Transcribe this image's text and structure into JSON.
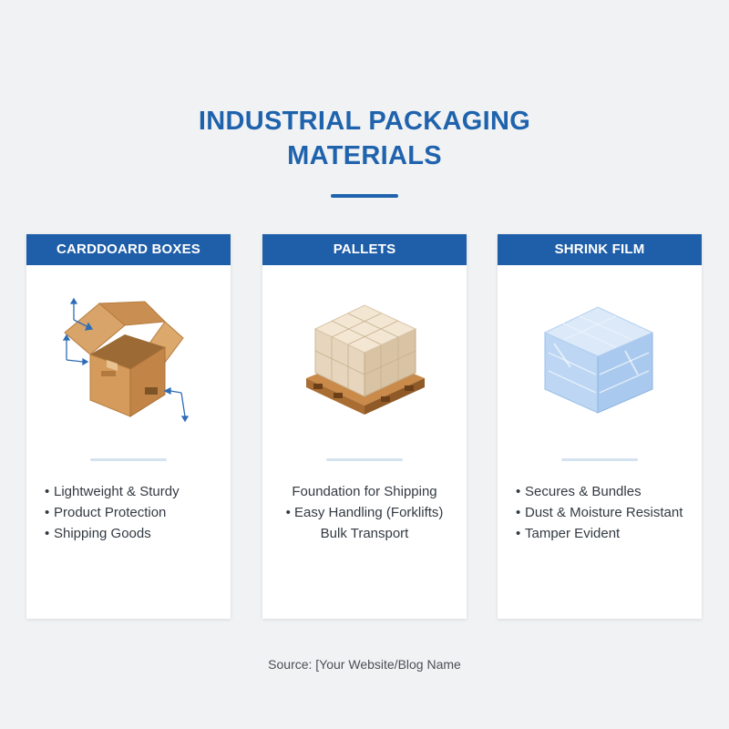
{
  "title": {
    "line1": "INDUSTRIAL PACKAGING",
    "line2": "MATERIALS"
  },
  "cards": [
    {
      "header": "CARDDOARD BOXES",
      "icon": "cardboard-box-icon",
      "bullets": [
        "Lightweight & Sturdy",
        "Product Protection",
        "Shipping Goods"
      ]
    },
    {
      "header": "PALLETS",
      "icon": "pallet-icon",
      "bullets": [
        "Foundation for Shipping",
        "Easy Handling (Forklifts)",
        "Bulk Transport"
      ]
    },
    {
      "header": "SHRINK FILM",
      "icon": "shrink-film-icon",
      "bullets": [
        "Secures & Bundles",
        "Dust & Moisture Resistant",
        "Tamper Evident"
      ]
    }
  ],
  "source": "Source: [Your Website/Blog Name",
  "colors": {
    "accent": "#1f63ad",
    "header_bg": "#1f5ea8",
    "background": "#f1f2f4",
    "card_bg": "#ffffff"
  }
}
